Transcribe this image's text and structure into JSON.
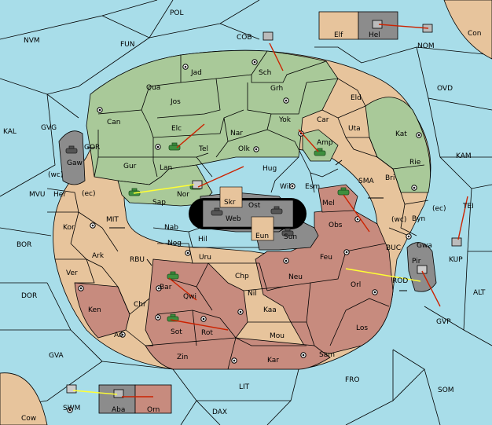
{
  "map": {
    "colors": {
      "sea": "#a8dde9",
      "neutral": "#e7c49c",
      "green": "#a9c999",
      "red": "#c78b7e",
      "gray": "#8c8c8c",
      "black": "#000000",
      "arrow_red": "#cc2200",
      "arrow_yellow": "#ffff33"
    },
    "seas": [
      "POL",
      "NVM",
      "FUN",
      "COB",
      "NOM",
      "Con",
      "OVD",
      "KAL",
      "GVG",
      "KAM",
      "GOR",
      "MVU",
      "(wc)",
      "(ec)",
      "MIT",
      "SMA",
      "TEI",
      "BOR",
      "RBU",
      "BUC",
      "(wc)",
      "(ec)",
      "KUP",
      "ALT",
      "DOR",
      "ROD",
      "GVP",
      "GVA",
      "FRO",
      "SOM",
      "LIT",
      "DAX",
      "SWM",
      "Cow"
    ],
    "neutral_provinces": [
      "Elf",
      "Car",
      "Eld",
      "Uta",
      "Ost",
      "Her",
      "Kor",
      "Ark",
      "Ver",
      "Chr",
      "Ail",
      "Zin",
      "Kar",
      "Sam",
      "Hil",
      "Nab",
      "Nog",
      "Esm",
      "Wil",
      "Bri",
      "Byn",
      "Gwa",
      "Chp",
      "Kaa",
      "Mou",
      "Skr",
      "Eun",
      "Olk",
      "Uru"
    ],
    "green_provinces": [
      "Sch",
      "Jad",
      "Qua",
      "Jos",
      "Grh",
      "Can",
      "Elc",
      "Nar",
      "Yok",
      "Tel",
      "Gur",
      "Lan",
      "Hug",
      "Sap",
      "Kat",
      "Rie",
      "Amp",
      "Nor"
    ],
    "red_provinces": [
      "Obs",
      "Feu",
      "Orl",
      "Neu",
      "Bar",
      "Qwi",
      "Nil",
      "Ken",
      "Sot",
      "Rot",
      "Los",
      "Mel"
    ],
    "gray_provinces": [
      "Hel",
      "Gaw",
      "Web",
      "Sun",
      "Pir",
      "Aba"
    ],
    "other_provinces": [
      "Orn"
    ]
  }
}
